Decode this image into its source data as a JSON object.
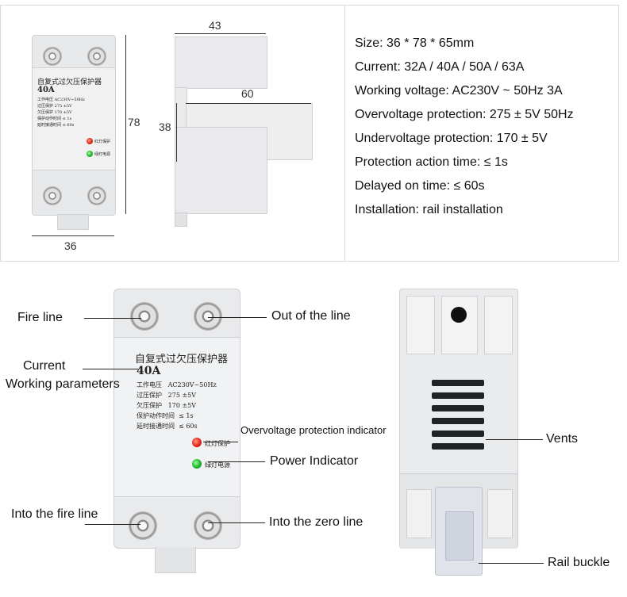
{
  "top_diagram": {
    "dim_width": "36",
    "dim_height": "78",
    "dim_depth": "43",
    "dim_side_depth": "60",
    "dim_side_height": "38"
  },
  "device_label": {
    "title_cn": "自复式过欠压保护器",
    "rating": "40A",
    "rows": [
      {
        "label": "工作电压",
        "value": "AC230V~50Hz"
      },
      {
        "label": "过压保护",
        "value": "275 ±5V"
      },
      {
        "label": "欠压保护",
        "value": "170 ±5V"
      },
      {
        "label": "保护动作时间",
        "value": "≤ 1s"
      },
      {
        "label": "延时接通时间",
        "value": "≤ 60s"
      }
    ],
    "red_led_label": "红灯保护",
    "green_led_label": "绿灯电源"
  },
  "specs": [
    "Size: 36 * 78 * 65mm",
    "Current: 32A / 40A / 50A / 63A",
    "Working voltage: AC230V ~ 50Hz 3A",
    "Overvoltage protection: 275 ± 5V 50Hz",
    "Undervoltage protection: 170 ± 5V",
    "Protection action time: ≤ 1s",
    "Delayed on time: ≤ 60s",
    "Installation: rail installation"
  ],
  "callouts": {
    "fire_line": "Fire line",
    "out_of_line": "Out of the line",
    "current": "Current",
    "working_parameters": "Working parameters",
    "overvoltage_indicator": "Overvoltage protection indicator",
    "power_indicator": "Power Indicator",
    "into_fire_line": "Into the fire line",
    "into_zero_line": "Into the zero line",
    "vents": "Vents",
    "rail_buckle": "Rail buckle"
  },
  "colors": {
    "panel_border": "#d8d8d8",
    "device_body": "#e9eaec",
    "led_red": "#e0251b",
    "led_green": "#1fb42a"
  }
}
